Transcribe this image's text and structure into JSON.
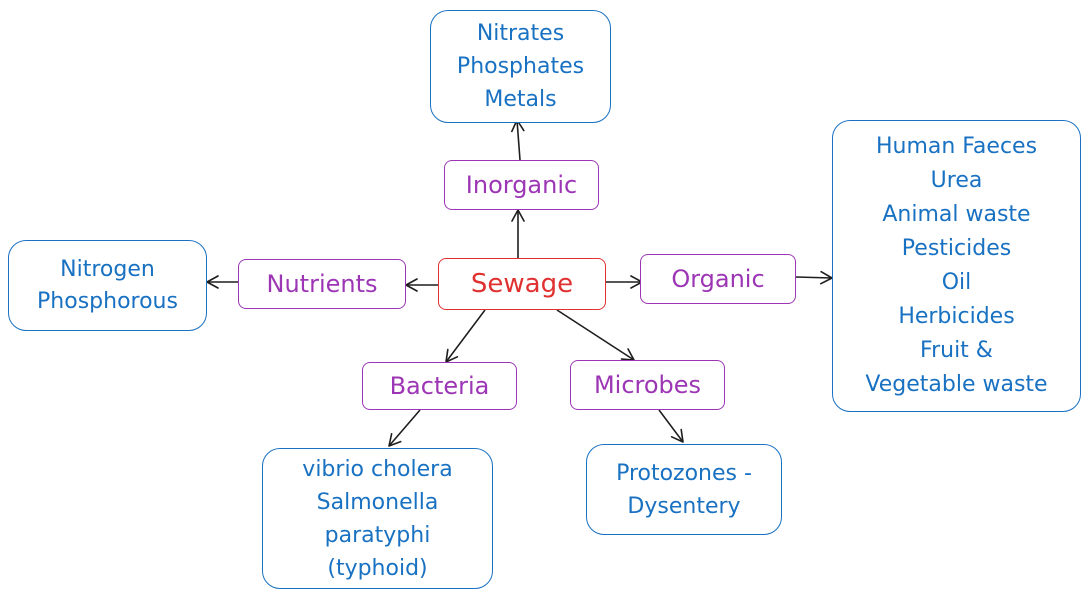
{
  "colors": {
    "center": "#e03131",
    "category": "#9c36b5",
    "leaf": "#1971c2",
    "arrow": "#1e1e1e"
  },
  "center": {
    "label": "Sewage"
  },
  "categories": {
    "inorganic": "Inorganic",
    "nutrients": "Nutrients",
    "organic": "Organic",
    "bacteria": "Bacteria",
    "microbes": "Microbes"
  },
  "leaves": {
    "inorganic": [
      "Nitrates",
      "Phosphates",
      "Metals"
    ],
    "nutrients": [
      "Nitrogen",
      "Phosphorous"
    ],
    "organic": [
      "Human Faeces",
      "Urea",
      "Animal waste",
      "Pesticides",
      "Oil",
      "Herbicides",
      "Fruit &",
      "Vegetable waste"
    ],
    "bacteria": [
      "vibrio cholera",
      "Salmonella",
      "paratyphi",
      "(typhoid)"
    ],
    "microbes": [
      "Protozones -",
      "Dysentery"
    ]
  }
}
